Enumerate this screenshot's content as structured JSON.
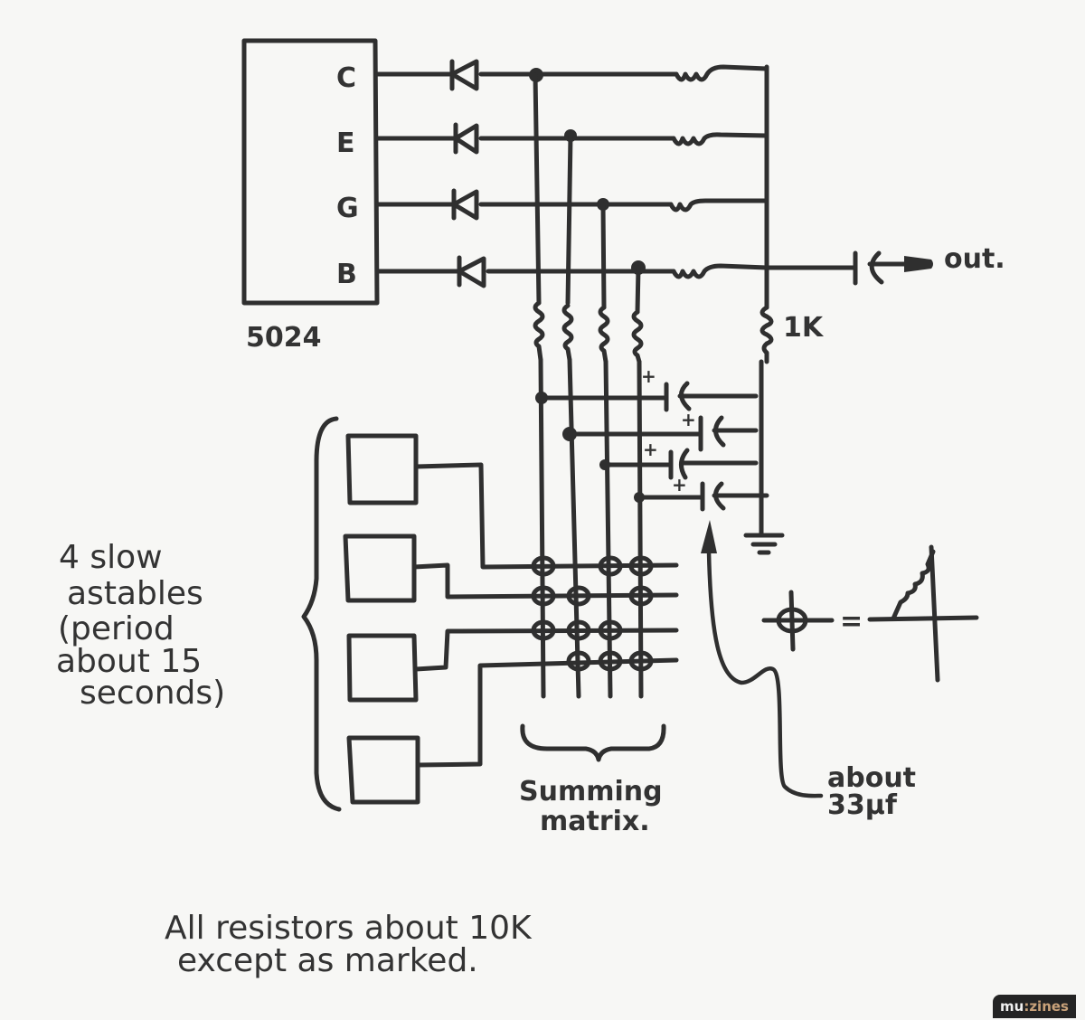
{
  "diagram": {
    "ic": {
      "part_number": "5024",
      "pins": [
        "C",
        "E",
        "G",
        "B"
      ]
    },
    "output_label": "out.",
    "load_resistor_label": "1K",
    "astables_note": [
      "4 slow",
      "astables",
      "(period",
      "about 15",
      "seconds)"
    ],
    "matrix_label": [
      "Summing",
      "matrix."
    ],
    "capacitor_note": [
      "about",
      "33µf"
    ],
    "capacitor_polarity": "+",
    "legend": {
      "symbol": "crossing-junction",
      "equals": "=",
      "meaning": "resistor-joined-crossing"
    },
    "footnote": [
      "All resistors about 10K",
      "except as marked."
    ],
    "matrix_connections": [
      [
        true,
        false,
        true,
        true
      ],
      [
        true,
        true,
        false,
        true
      ],
      [
        true,
        true,
        true,
        false
      ],
      [
        false,
        true,
        true,
        true
      ]
    ]
  },
  "watermark": {
    "part1": "mu",
    "part2": ":zines"
  }
}
